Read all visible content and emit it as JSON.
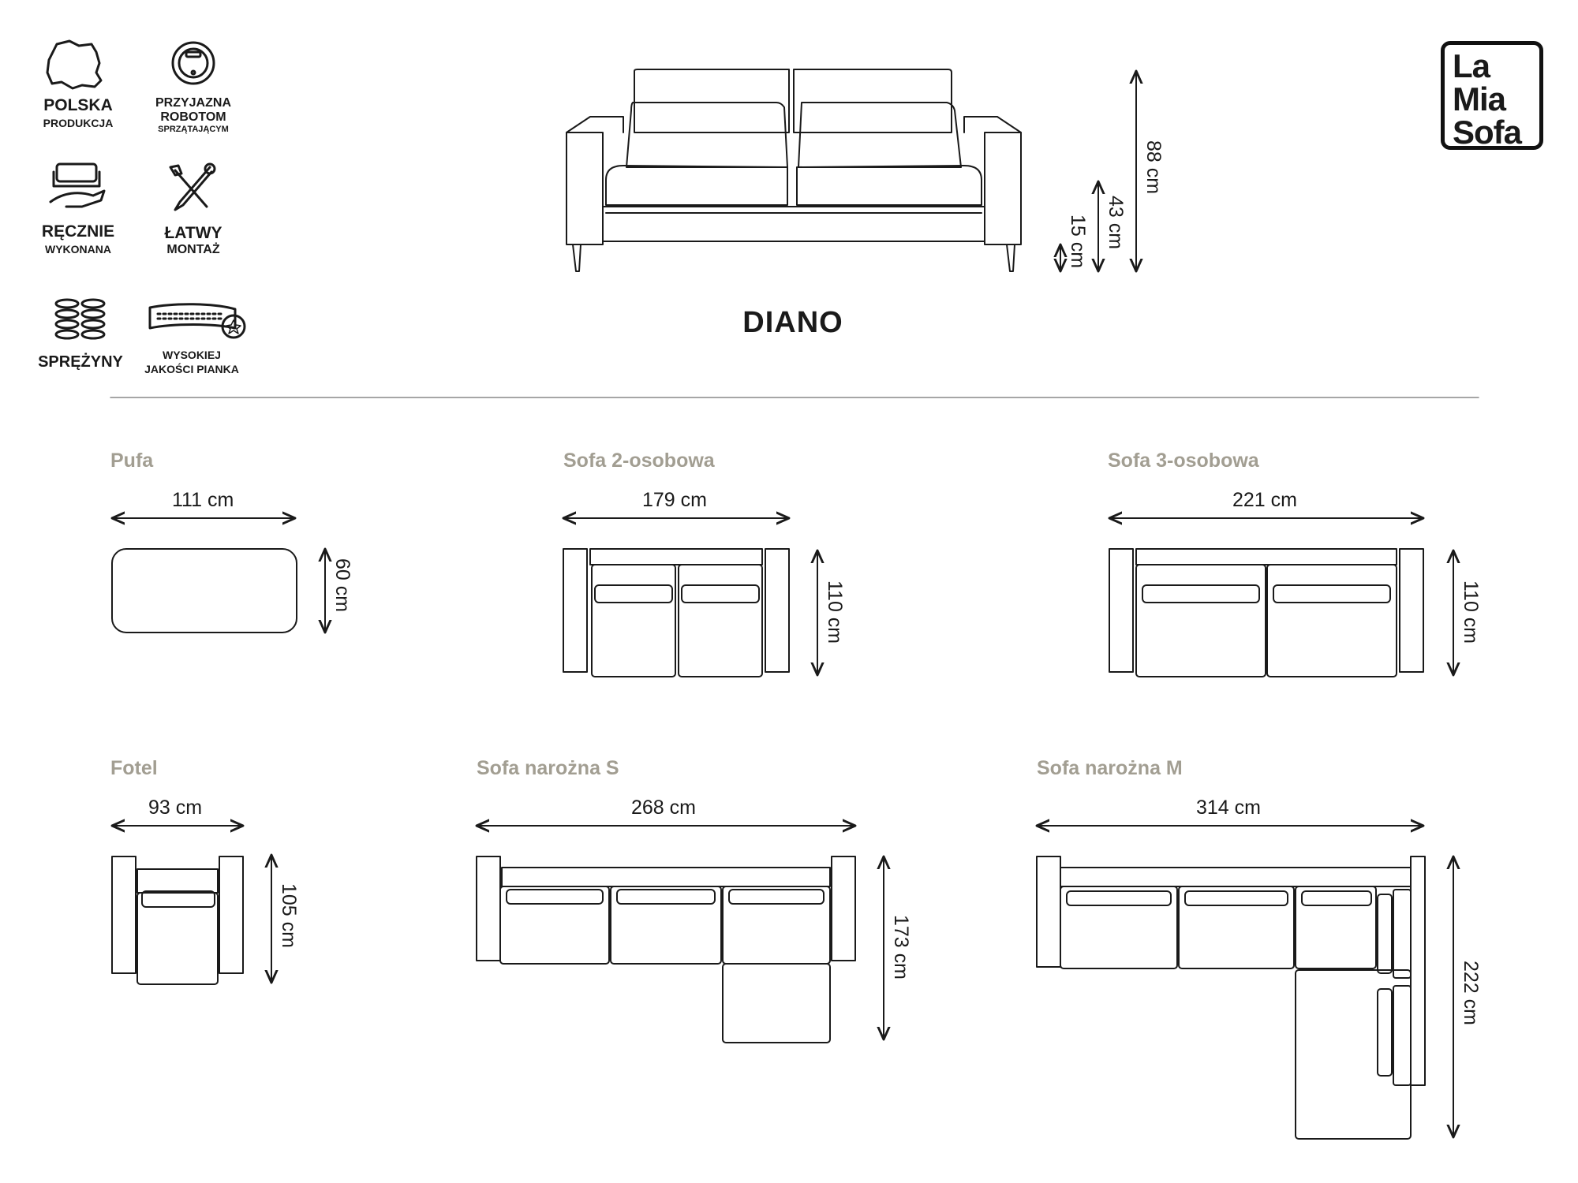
{
  "badges": {
    "polska": {
      "line1": "POLSKA",
      "line2": "PRODUKCJA",
      "icon": "poland-map-icon"
    },
    "robot": {
      "line1": "PRZYJAZNA",
      "line2": "ROBOTOM",
      "line3": "SPRZĄTAJĄCYM",
      "icon": "robot-vacuum-icon"
    },
    "recznie": {
      "line1": "RĘCZNIE",
      "line2": "WYKONANA",
      "icon": "hand-sofa-icon"
    },
    "latwy": {
      "line1": "ŁATWY",
      "line2": "MONTAŻ",
      "icon": "tools-icon"
    },
    "sprezyny": {
      "line1": "SPRĘŻYNY",
      "icon": "springs-icon"
    },
    "pianka": {
      "line1": "WYSOKIEJ",
      "line2": "JAKOŚCI PIANKA",
      "icon": "foam-quality-icon"
    }
  },
  "logo": {
    "line1": "La",
    "line2": "Mia",
    "line3": "Sofa"
  },
  "product": {
    "title": "DIANO",
    "height_total": "88 cm",
    "seat_height": "43 cm",
    "leg_height": "15 cm"
  },
  "variants": {
    "pufa": {
      "label": "Pufa",
      "width": "111 cm",
      "depth": "60 cm"
    },
    "sofa2": {
      "label": "Sofa 2-osobowa",
      "width": "179 cm",
      "depth": "110 cm"
    },
    "sofa3": {
      "label": "Sofa 3-osobowa",
      "width": "221 cm",
      "depth": "110 cm"
    },
    "fotel": {
      "label": "Fotel",
      "width": "93 cm",
      "depth": "105 cm"
    },
    "naroznaS": {
      "label": "Sofa narożna S",
      "width": "268 cm",
      "depth": "173 cm"
    },
    "naroznaM": {
      "label": "Sofa narożna M",
      "width": "314 cm",
      "depth": "222 cm"
    }
  }
}
